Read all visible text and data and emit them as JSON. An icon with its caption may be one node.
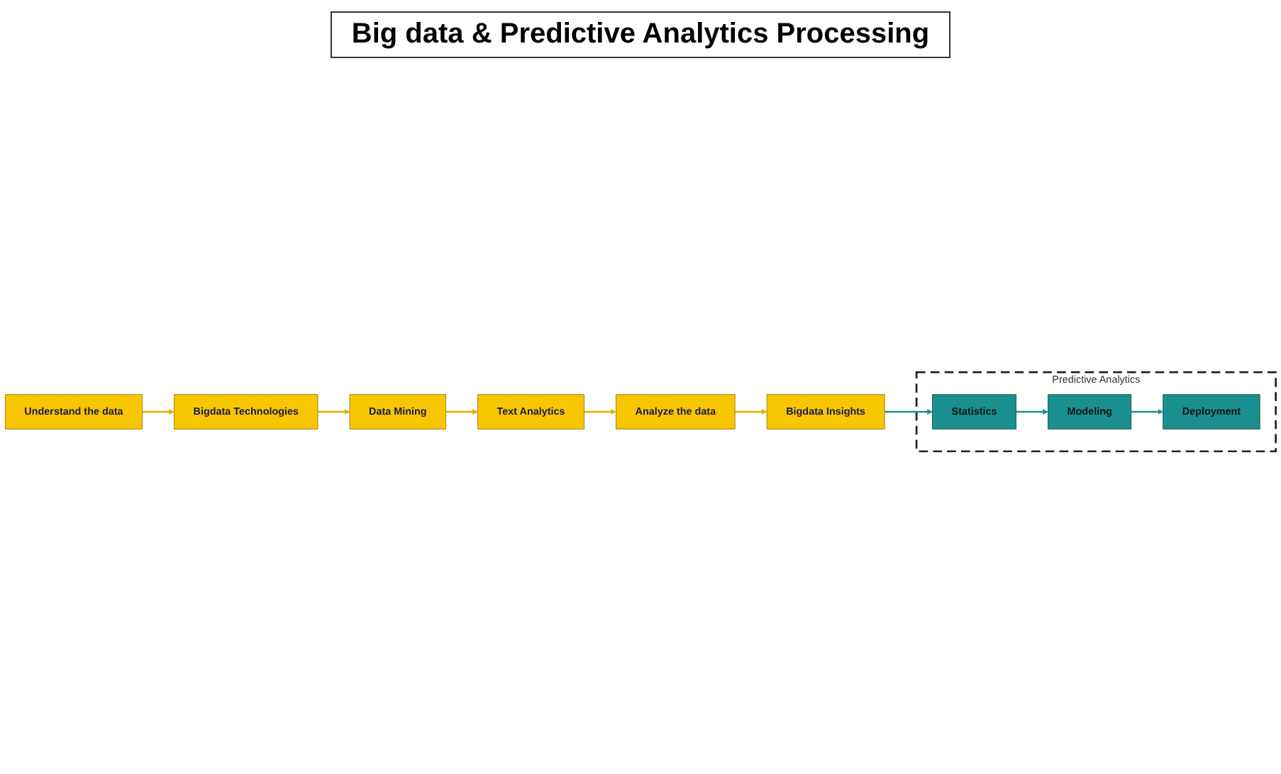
{
  "diagram": {
    "title": "Big data & Predictive Analytics Processing",
    "nodes": [
      {
        "text": [
          "Understand the data"
        ]
      },
      {
        "text": [
          "Bigdata Technologies"
        ]
      },
      {
        "text": [
          "Data Mining"
        ]
      },
      {
        "text": [
          "Text Analytics"
        ]
      },
      {
        "text": [
          "Analyze the data"
        ]
      },
      {
        "text": [
          "Bigdata Insights"
        ]
      },
      {
        "text": [
          "Predictive Analytics"
        ]
      },
      {
        "text": [
          "Deployment"
        ],
        "in": 6
      },
      {
        "text": [
          "Modeling"
        ],
        "in": 6
      },
      {
        "text": [
          "Statistics"
        ],
        "in": 6
      }
    ],
    "edges": [
      {
        "from": 0,
        "to": 1,
        "arrow": "to"
      },
      {
        "from": 1,
        "to": 2,
        "arrow": "to"
      },
      {
        "from": 2,
        "to": 3,
        "arrow": "to"
      },
      {
        "from": 3,
        "to": 4,
        "arrow": "to"
      },
      {
        "from": 4,
        "to": 5,
        "arrow": "to"
      },
      {
        "from": 5,
        "to": 9,
        "arrow": "to",
        "color": "#1a8f8f"
      },
      {
        "from": 9,
        "to": 8,
        "arrow": "to",
        "color": "#1a8f8f"
      },
      {
        "from": 8,
        "to": 7,
        "arrow": "to",
        "color": "#1a8f8f"
      }
    ]
  }
}
